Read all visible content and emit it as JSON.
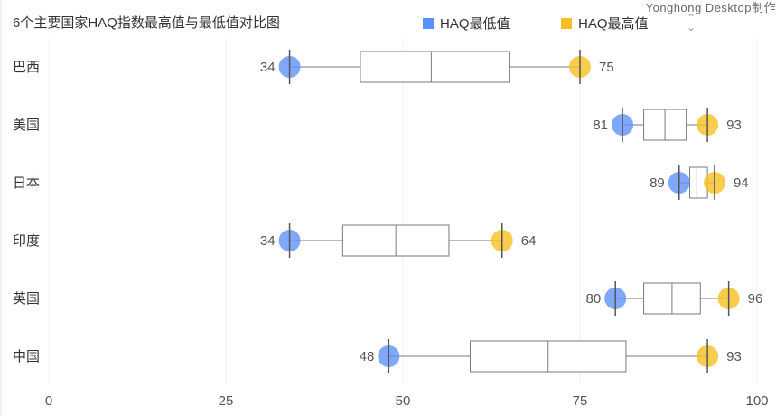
{
  "watermark": "Yonghong Desktop制作",
  "legend": {
    "scroll_icon": "chevron-updown-icon"
  },
  "chart_data": {
    "type": "boxplot",
    "title": "6个主要国家HAQ指数最高值与最低值对比图",
    "xlim": [
      0,
      100
    ],
    "x_ticks": [
      0,
      25,
      50,
      75,
      100
    ],
    "grid": true,
    "legend_position": "top-right",
    "series": [
      {
        "name": "HAQ最低值",
        "color": "#5b8ff9"
      },
      {
        "name": "HAQ最高值",
        "color": "#f6c022"
      }
    ],
    "categories": [
      "巴西",
      "美国",
      "日本",
      "印度",
      "英国",
      "中国"
    ],
    "boxes": [
      {
        "category": "巴西",
        "min": 34,
        "q1": 44,
        "median": 54,
        "q3": 65,
        "max": 75
      },
      {
        "category": "美国",
        "min": 81,
        "q1": 84,
        "median": 87,
        "q3": 90,
        "max": 93
      },
      {
        "category": "日本",
        "min": 89,
        "q1": 90.5,
        "median": 91.5,
        "q3": 93,
        "max": 94
      },
      {
        "category": "印度",
        "min": 34,
        "q1": 41.5,
        "median": 49,
        "q3": 56.5,
        "max": 64
      },
      {
        "category": "英国",
        "min": 80,
        "q1": 84,
        "median": 88,
        "q3": 92,
        "max": 96
      },
      {
        "category": "中国",
        "min": 48,
        "q1": 59.5,
        "median": 70.5,
        "q3": 81.5,
        "max": 93
      }
    ]
  }
}
